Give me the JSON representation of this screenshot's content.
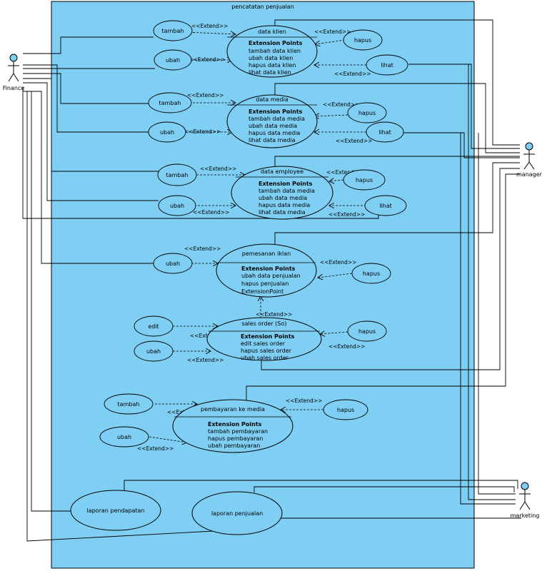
{
  "system": {
    "title": "pencatatan penjualan"
  },
  "actors": {
    "finance": "Finance",
    "manager": "manager",
    "marketing": "marketing"
  },
  "extend_label": "<<Extend>>",
  "ext_points_heading": "Extension Points",
  "usecases": {
    "data_klien": {
      "name": "data klien",
      "points": [
        "tambah data klien",
        "ubah data klien",
        "hapus data klien",
        "lihat data klien"
      ]
    },
    "data_media": {
      "name": "data media",
      "points": [
        "tambah data media",
        "ubah data media",
        "hapus data media",
        "lihat data media"
      ]
    },
    "data_employee": {
      "name": "data employee",
      "points": [
        "tambah data media",
        "ubah data media",
        "hapus data media",
        "lihat data media"
      ]
    },
    "pemesanan_iklan": {
      "name": "pemesanan iklan",
      "points": [
        "ubah data penjualan",
        "hapus penjualan",
        "ExtensionPoint"
      ]
    },
    "sales_order": {
      "name": "sales order  (So)",
      "points": [
        "edit sales order",
        "hapus sales order",
        "ubah sales order"
      ]
    },
    "pembayaran": {
      "name": "pembayaran ke media",
      "points": [
        "tambah pembayaran",
        "hapus pembayaran",
        "ubah pembayaran"
      ]
    },
    "laporan_pendapatan": {
      "name": "laporan pendapatan"
    },
    "laporan_penjualan": {
      "name": "laporan penjualan"
    }
  },
  "small": {
    "tambah": "tambah",
    "ubah": "ubah",
    "hapus": "hapus",
    "lihat": "lihat",
    "edit": "edit"
  },
  "colors": {
    "system_fill": "#7fcff5",
    "actor_head": "#7fcff5"
  }
}
